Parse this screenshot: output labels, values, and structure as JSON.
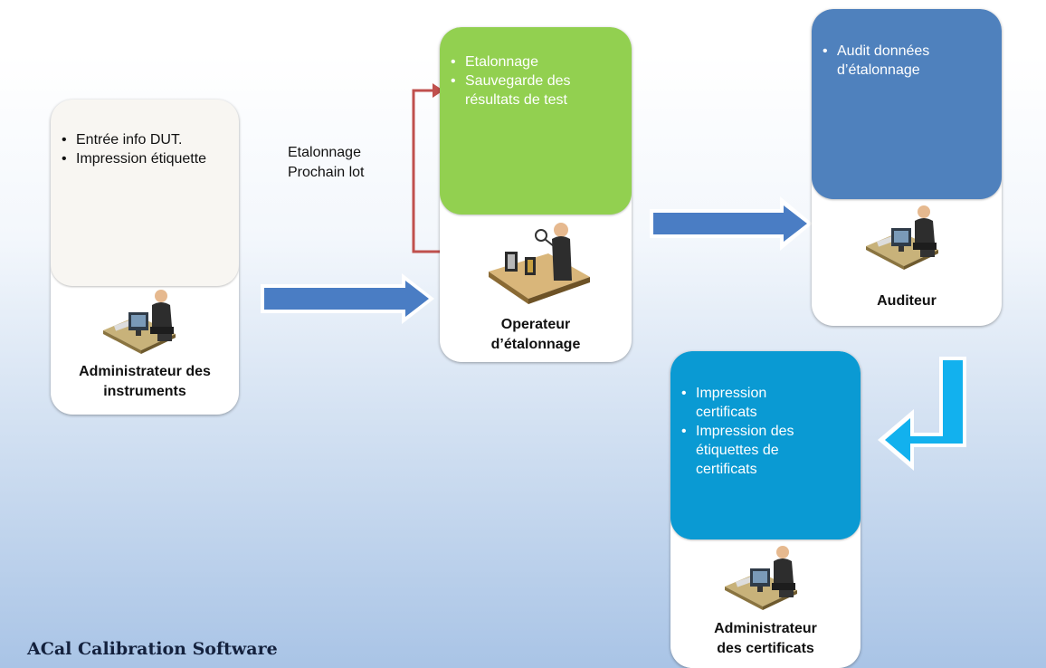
{
  "nodes": {
    "admin_instruments": {
      "bullets": [
        "Entrée info DUT.",
        "Impression étiquette"
      ],
      "label_line1": "Administrateur des",
      "label_line2": "instruments"
    },
    "operator": {
      "bullets": [
        "Etalonnage",
        "Sauvegarde des résultats de test"
      ],
      "label_line1": "Operateur",
      "label_line2": "d’étalonnage"
    },
    "auditor": {
      "bullets": [
        "Audit données d’étalonnage"
      ],
      "label_line1": "Auditeur"
    },
    "admin_certificates": {
      "bullets": [
        "Impression certificats",
        "Impression des étiquettes de certificats"
      ],
      "label_line1": "Administrateur",
      "label_line2": "des certificats"
    }
  },
  "loop_label": {
    "line1": "Etalonnage",
    "line2": "Prochain lot"
  },
  "footer_title": "ACal Calibration Software",
  "colors": {
    "admin_top": "#f8f6f2",
    "operator_top": "#92d050",
    "auditor_top": "#4f81bd",
    "certificates_top": "#0a9ad3",
    "arrow_blue": "#4a7dc4",
    "arrow_cyan": "#12b1ee",
    "loop_arrow": "#c0504d"
  },
  "icons": [
    "computer-worker-icon",
    "inspector-conveyor-icon",
    "computer-worker-icon",
    "computer-worker-icon"
  ]
}
